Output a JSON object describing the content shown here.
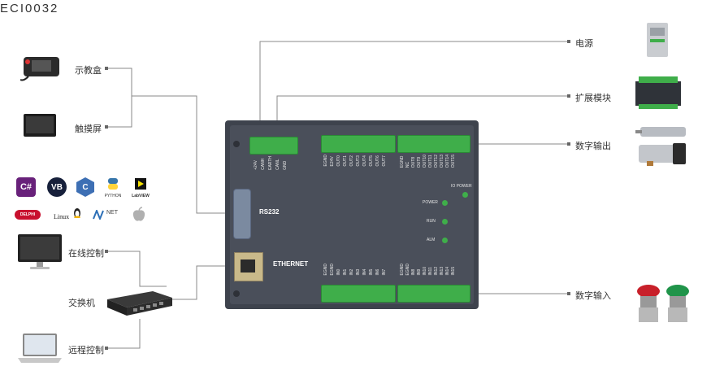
{
  "model": "ECI0032",
  "left_labels": {
    "teach_pendant": "示教盒",
    "touch_screen": "触摸屏",
    "online_control": "在线控制",
    "switch": "交换机",
    "remote_control": "远程控制"
  },
  "right_labels": {
    "power": "电源",
    "expansion": "扩展模块",
    "digital_output": "数字输出",
    "digital_input": "数字输入"
  },
  "ports": {
    "rs232": "RS232",
    "ethernet": "ETHERNET"
  },
  "leds": [
    "POWER",
    "RUN",
    "ALM"
  ],
  "io_power": "IO POWER",
  "power_terminal_pins": [
    "+24V",
    "CANH",
    "EARTH",
    "CANL",
    "GND"
  ],
  "output_pins_a": [
    "EGND",
    "E24V",
    "OUT0",
    "OUT1",
    "OUT2",
    "OUT3",
    "OUT4",
    "OUT5",
    "OUT6",
    "OUT7"
  ],
  "output_pins_b": [
    "EGND",
    "NC",
    "OUT8",
    "OUT9",
    "OUT10",
    "OUT11",
    "OUT12",
    "OUT13",
    "OUT14",
    "OUT15"
  ],
  "input_pins_a": [
    "EGND",
    "EGND",
    "IN0",
    "IN1",
    "IN2",
    "IN3",
    "IN4",
    "IN5",
    "IN6",
    "IN7"
  ],
  "input_pins_b": [
    "EGND",
    "EGND",
    "IN8",
    "IN9",
    "IN10",
    "IN11",
    "IN12",
    "IN13",
    "IN14",
    "IN15"
  ],
  "languages": {
    "csharp": "C#",
    "vb": "VB",
    "python": "PYTHON",
    "labview": "LabVIEW",
    "delphi": "DELPHI",
    "linux": "Linux",
    "dotnet": "NET"
  },
  "colors": {
    "panel": "#4a4f5a",
    "terminal": "#3fae4a",
    "led": "#3fae4a",
    "line": "#888888"
  }
}
